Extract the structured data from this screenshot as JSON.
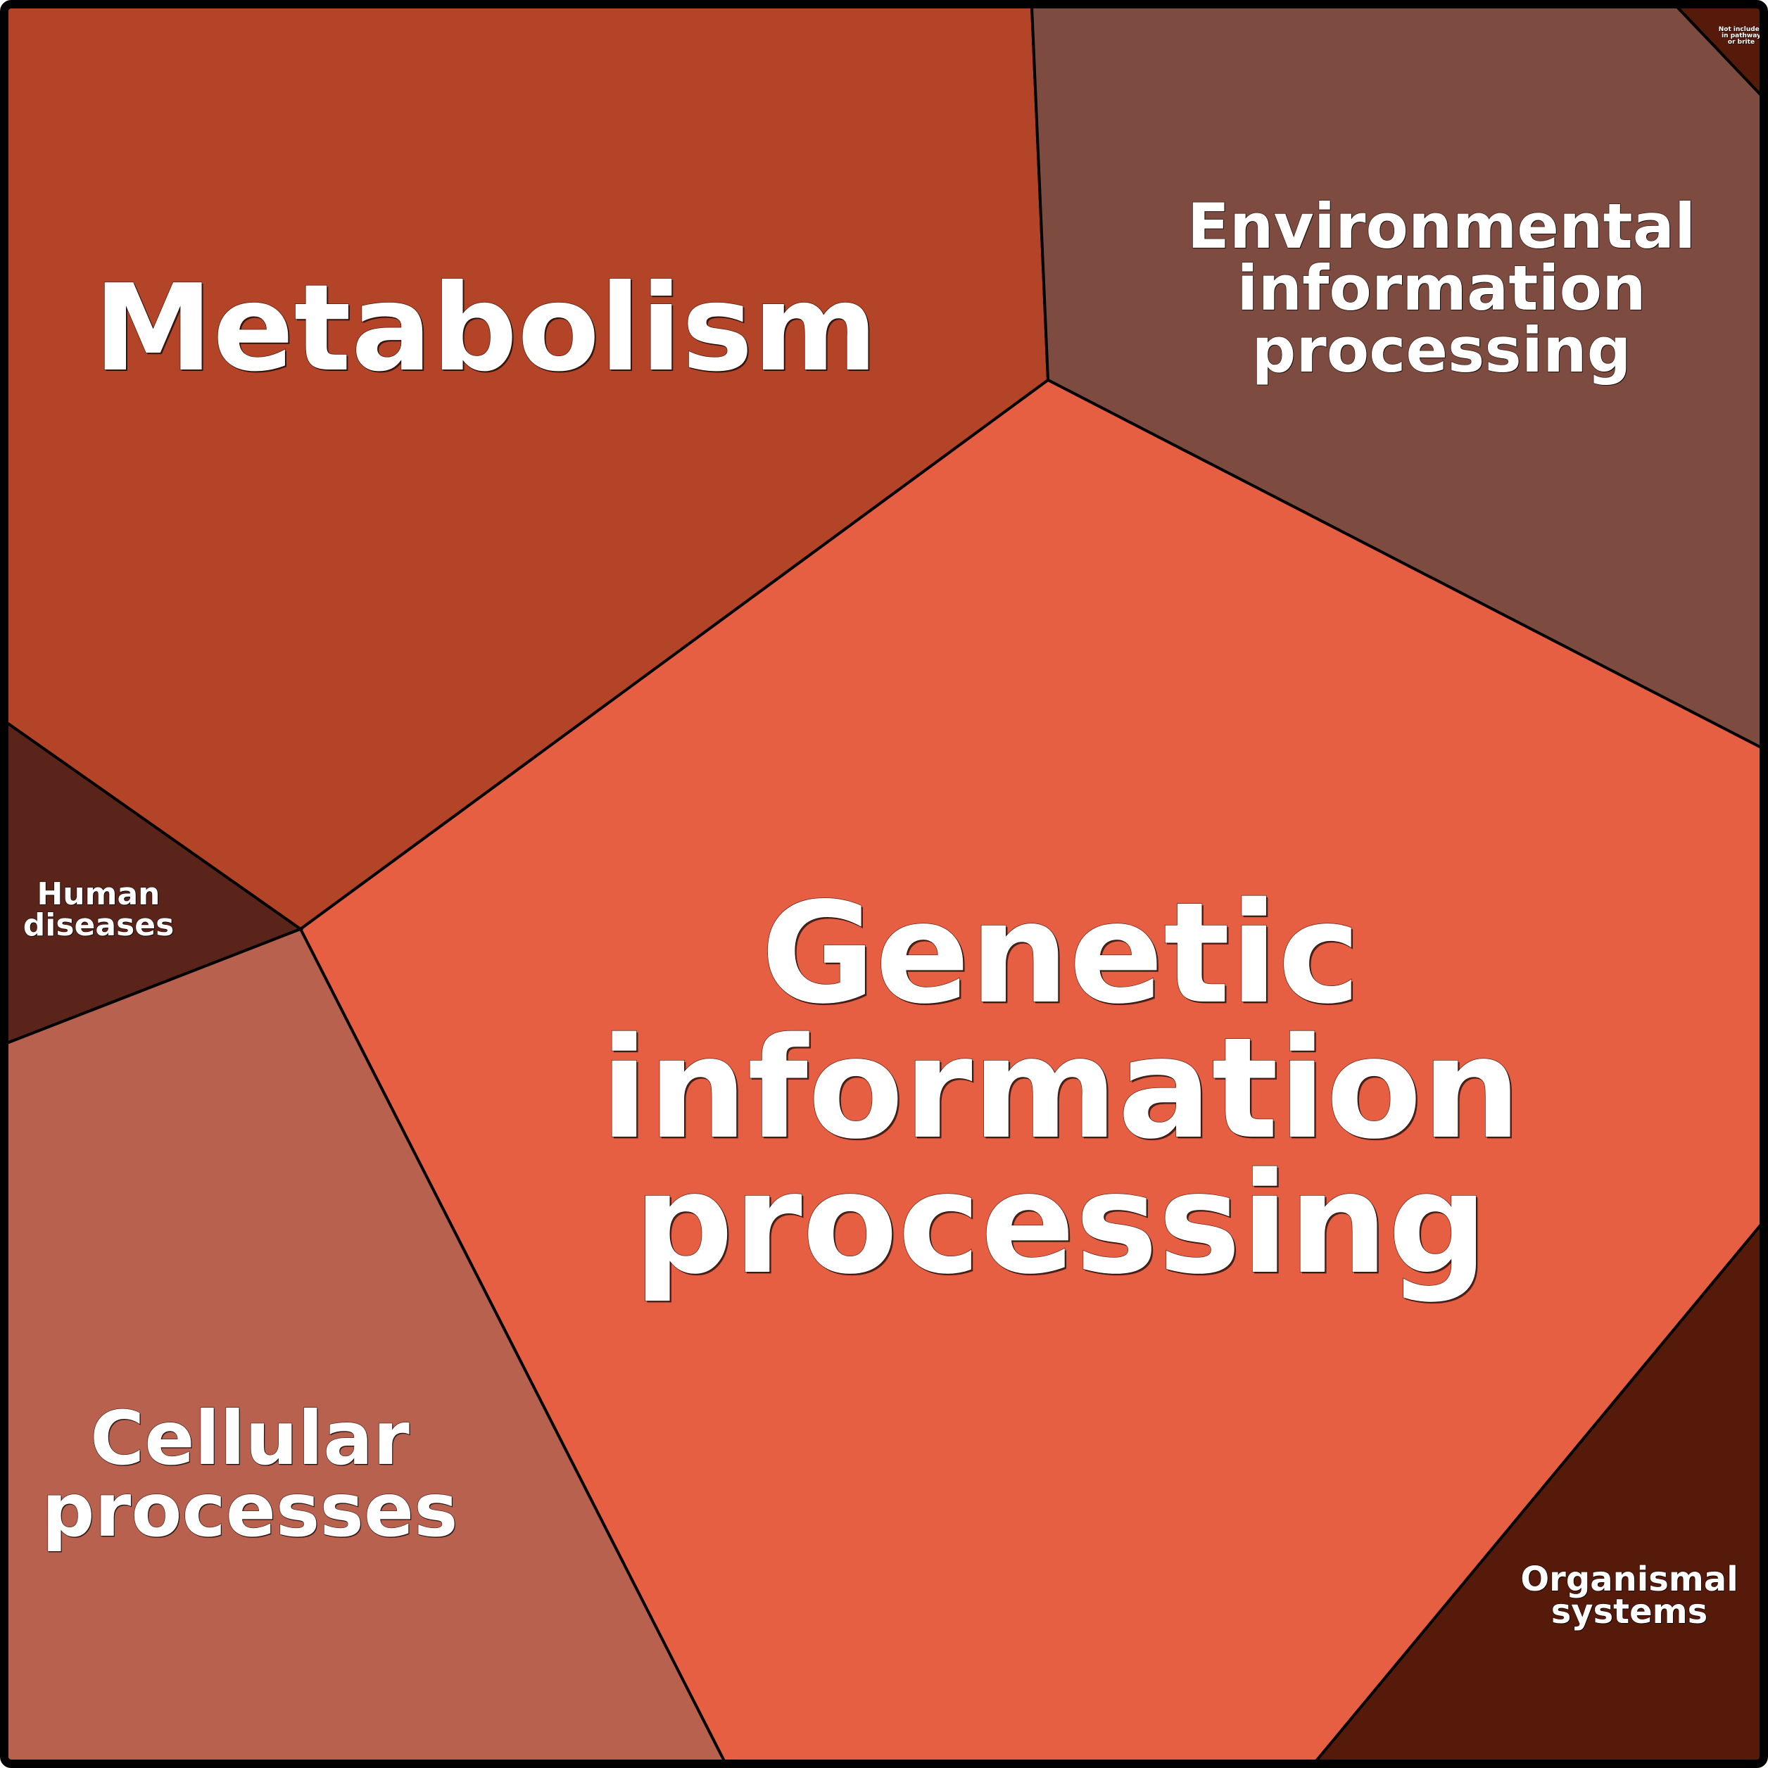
{
  "title": "KEGG functional category Voronoi treemap",
  "categories": [
    {
      "id": "metabolism",
      "label_lines": [
        "Metabolism"
      ],
      "color": "#B34428"
    },
    {
      "id": "environmental-information-processing",
      "label_lines": [
        "Environmental",
        "information",
        "processing"
      ],
      "color": "#7D4B3F"
    },
    {
      "id": "not-included",
      "label_lines": [
        "Not included",
        "in pathway",
        "or brite"
      ],
      "color": "#561A0B"
    },
    {
      "id": "genetic-information-processing",
      "label_lines": [
        "Genetic",
        "information",
        "processing"
      ],
      "color": "#E65F42"
    },
    {
      "id": "human-diseases",
      "label_lines": [
        "Human",
        "diseases"
      ],
      "color": "#5A241A"
    },
    {
      "id": "cellular-processes",
      "label_lines": [
        "Cellular",
        "processes"
      ],
      "color": "#B8614F"
    },
    {
      "id": "organismal-systems",
      "label_lines": [
        "Organismal",
        "systems"
      ],
      "color": "#561A0B"
    }
  ],
  "border_color": "#000000",
  "text_color": "#FFFFFF"
}
